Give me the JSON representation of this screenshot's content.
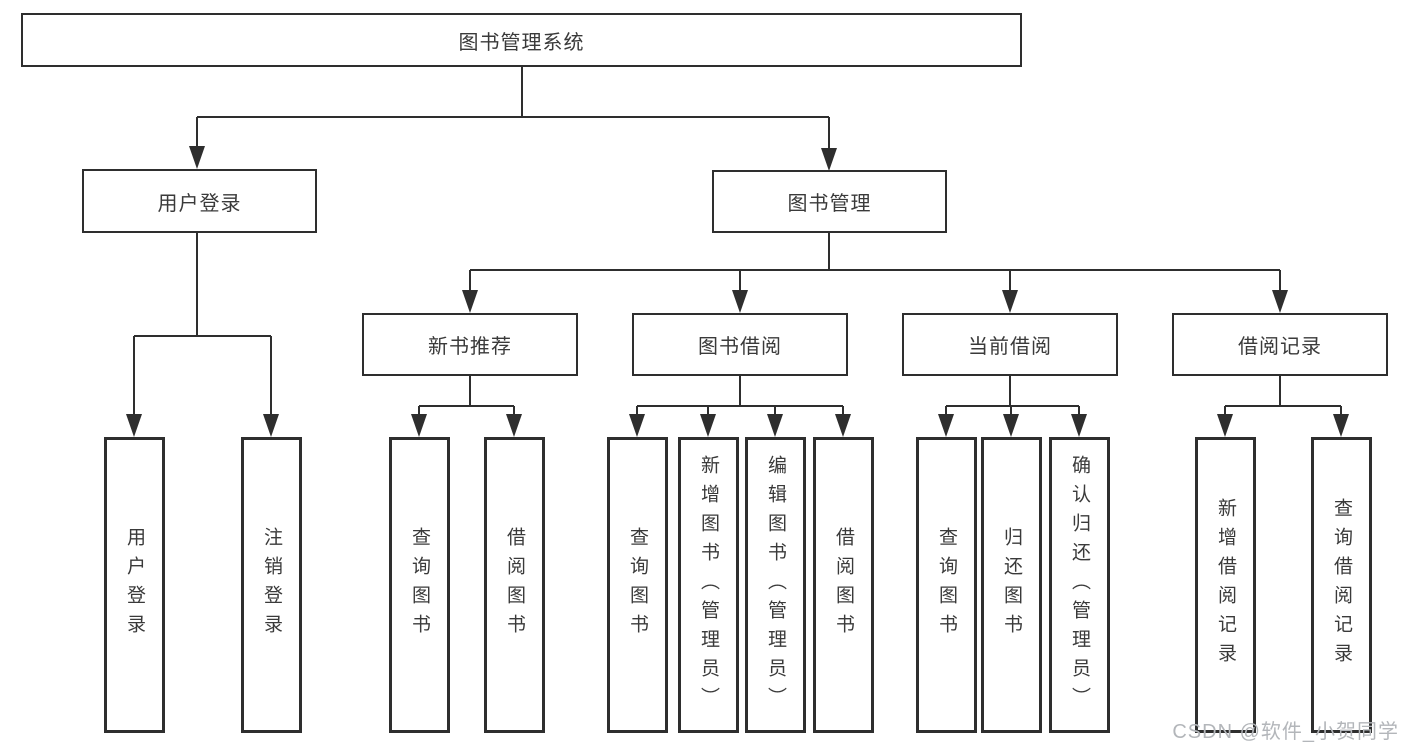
{
  "diagram": {
    "root": {
      "label": "图书管理系统"
    },
    "level2": [
      {
        "label": "用户登录"
      },
      {
        "label": "图书管理"
      }
    ],
    "level3": [
      {
        "label": "新书推荐"
      },
      {
        "label": "图书借阅"
      },
      {
        "label": "当前借阅"
      },
      {
        "label": "借阅记录"
      }
    ],
    "leaves": [
      {
        "label": "用户登录",
        "parent": "用户登录"
      },
      {
        "label": "注销登录",
        "parent": "用户登录"
      },
      {
        "label": "查询图书",
        "parent": "新书推荐"
      },
      {
        "label": "借阅图书",
        "parent": "新书推荐"
      },
      {
        "label": "查询图书",
        "parent": "图书借阅"
      },
      {
        "label": "新增图书（管理员）",
        "parent": "图书借阅"
      },
      {
        "label": "编辑图书（管理员）",
        "parent": "图书借阅"
      },
      {
        "label": "借阅图书",
        "parent": "图书借阅"
      },
      {
        "label": "查询图书",
        "parent": "当前借阅"
      },
      {
        "label": "归还图书",
        "parent": "当前借阅"
      },
      {
        "label": "确认归还（管理员）",
        "parent": "当前借阅"
      },
      {
        "label": "新增借阅记录",
        "parent": "借阅记录"
      },
      {
        "label": "查询借阅记录",
        "parent": "借阅记录"
      }
    ]
  },
  "colors": {
    "line": "#2e2e2e",
    "box_border": "#2e2e2e",
    "box_fill": "#ffffff",
    "text": "#3a3a3a",
    "watermark": "#b3b6ba",
    "background": "#ffffff"
  },
  "watermark": {
    "text": "CSDN @软件_小贺同学"
  }
}
